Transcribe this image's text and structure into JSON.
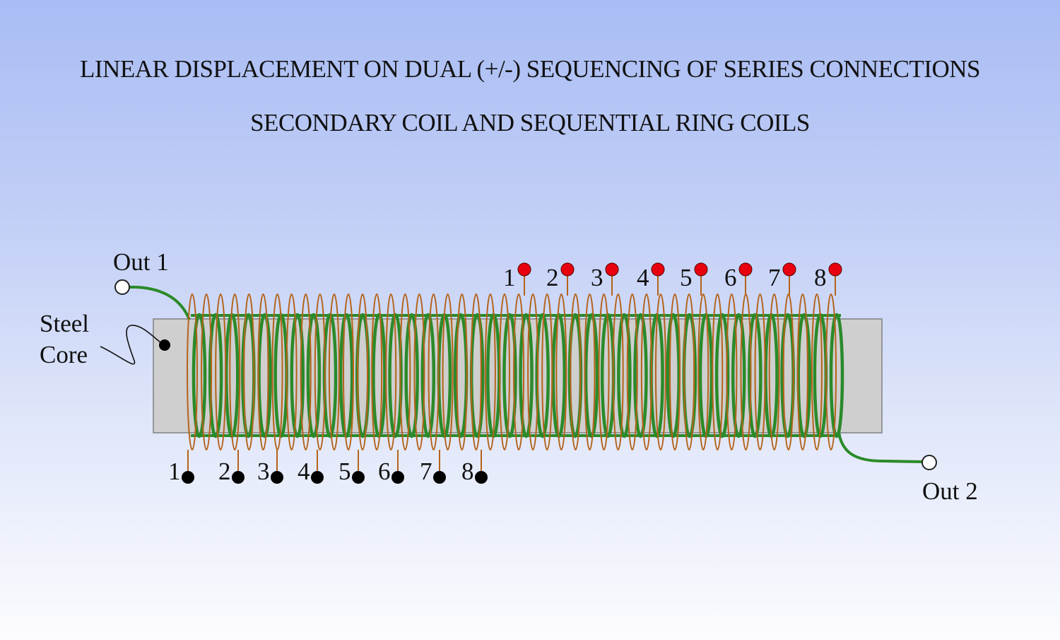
{
  "title": {
    "line1": "LINEAR DISPLACEMENT ON DUAL (+/-) SEQUENCING OF SERIES CONNECTIONS",
    "line2": "SECONDARY COIL AND SEQUENTIAL RING COILS"
  },
  "labels": {
    "out1": "Out 1",
    "out2": "Out 2",
    "steel": "Steel",
    "core": "Core"
  },
  "top_terminals": [
    "1",
    "2",
    "3",
    "4",
    "5",
    "6",
    "7",
    "8"
  ],
  "bottom_terminals": [
    "1",
    "2",
    "3",
    "4",
    "5",
    "6",
    "7",
    "8"
  ],
  "colors": {
    "core_fill": "#cfcfcf",
    "core_stroke": "#808080",
    "secondary_coil": "#2a8a2a",
    "ring_coils": "#b5631a",
    "top_terminal": "#e8000f",
    "bottom_terminal": "#000000"
  }
}
